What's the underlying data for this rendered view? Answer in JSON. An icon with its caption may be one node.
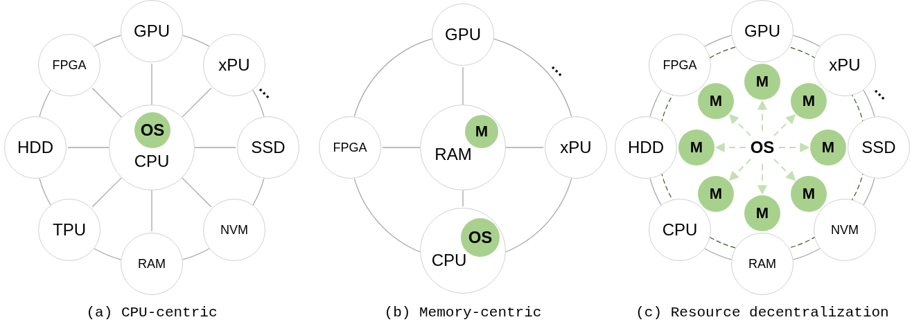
{
  "diagram": {
    "nodes": [
      {
        "text": [
          "GPU"
        ]
      },
      {
        "text": [
          "FPGA"
        ]
      },
      {
        "text": [
          "xPU"
        ]
      },
      {
        "text": [
          "OS"
        ],
        "in": 4
      },
      {
        "text": [
          "CPU"
        ]
      },
      {
        "text": [
          "HDD"
        ]
      },
      {
        "text": [
          "SSD"
        ]
      },
      {
        "text": [
          "TPU"
        ]
      },
      {
        "text": [
          "RAM"
        ]
      },
      {
        "text": [
          "NVM"
        ]
      },
      {
        "text": [
          "GPU"
        ]
      },
      {
        "text": [
          "M"
        ],
        "in": 13
      },
      {
        "text": [
          "FPGA"
        ]
      },
      {
        "text": [
          "RAM"
        ]
      },
      {
        "text": [
          "xPU"
        ]
      },
      {
        "text": [
          "OS"
        ],
        "in": 16
      },
      {
        "text": [
          "CPU"
        ]
      },
      {
        "text": [
          "GPU"
        ]
      },
      {
        "text": [
          "FPGA"
        ]
      },
      {
        "text": [
          "xPU"
        ]
      },
      {
        "text": [
          "M"
        ]
      },
      {
        "text": [
          "M"
        ]
      },
      {
        "text": [
          "M"
        ]
      },
      {
        "text": [
          "HDD"
        ]
      },
      {
        "text": [
          "M"
        ]
      },
      {
        "text": [
          "OS"
        ]
      },
      {
        "text": [
          "M"
        ]
      },
      {
        "text": [
          "SSD"
        ]
      },
      {
        "text": [
          "M"
        ]
      },
      {
        "text": [
          "M"
        ]
      },
      {
        "text": [
          "CPU"
        ]
      },
      {
        "text": [
          "M"
        ]
      },
      {
        "text": [
          "NVM"
        ]
      },
      {
        "text": [
          "RAM"
        ]
      }
    ],
    "edges": [
      {
        "from": 4,
        "to": 0,
        "arrow": "none"
      },
      {
        "from": 4,
        "to": 1,
        "arrow": "none"
      },
      {
        "from": 4,
        "to": 2,
        "arrow": "none"
      },
      {
        "from": 4,
        "to": 5,
        "arrow": "none"
      },
      {
        "from": 4,
        "to": 6,
        "arrow": "none"
      },
      {
        "from": 4,
        "to": 7,
        "arrow": "none"
      },
      {
        "from": 4,
        "to": 8,
        "arrow": "none"
      },
      {
        "from": 4,
        "to": 9,
        "arrow": "none"
      },
      {
        "from": 0,
        "to": 2,
        "arrow": "none"
      },
      {
        "from": 2,
        "to": 6,
        "arrow": "none"
      },
      {
        "from": 6,
        "to": 9,
        "arrow": "none"
      },
      {
        "from": 9,
        "to": 8,
        "arrow": "none"
      },
      {
        "from": 8,
        "to": 7,
        "arrow": "none"
      },
      {
        "from": 7,
        "to": 5,
        "arrow": "none"
      },
      {
        "from": 5,
        "to": 1,
        "arrow": "none"
      },
      {
        "from": 1,
        "to": 0,
        "arrow": "none"
      },
      {
        "from": 13,
        "to": 10,
        "arrow": "none"
      },
      {
        "from": 13,
        "to": 12,
        "arrow": "none"
      },
      {
        "from": 13,
        "to": 14,
        "arrow": "none"
      },
      {
        "from": 13,
        "to": 16,
        "arrow": "none"
      },
      {
        "from": 10,
        "to": 14,
        "arrow": "none"
      },
      {
        "from": 14,
        "to": 16,
        "arrow": "none"
      },
      {
        "from": 16,
        "to": 12,
        "arrow": "none"
      },
      {
        "from": 12,
        "to": 10,
        "arrow": "none"
      },
      {
        "from": 17,
        "to": 19,
        "arrow": "none"
      },
      {
        "from": 19,
        "to": 27,
        "arrow": "none"
      },
      {
        "from": 27,
        "to": 32,
        "arrow": "none"
      },
      {
        "from": 32,
        "to": 33,
        "arrow": "none"
      },
      {
        "from": 33,
        "to": 30,
        "arrow": "none"
      },
      {
        "from": 30,
        "to": 23,
        "arrow": "none"
      },
      {
        "from": 23,
        "to": 18,
        "arrow": "none"
      },
      {
        "from": 18,
        "to": 17,
        "arrow": "none"
      },
      {
        "from": 25,
        "to": 20,
        "arrow": "to",
        "style": "dashed",
        "color": "#c5e0b4"
      },
      {
        "from": 25,
        "to": 21,
        "arrow": "to",
        "style": "dashed",
        "color": "#c5e0b4"
      },
      {
        "from": 25,
        "to": 22,
        "arrow": "to",
        "style": "dashed",
        "color": "#c5e0b4"
      },
      {
        "from": 25,
        "to": 24,
        "arrow": "to",
        "style": "dashed",
        "color": "#c5e0b4"
      },
      {
        "from": 25,
        "to": 26,
        "arrow": "to",
        "style": "dashed",
        "color": "#c5e0b4"
      },
      {
        "from": 25,
        "to": 28,
        "arrow": "to",
        "style": "dashed",
        "color": "#c5e0b4"
      },
      {
        "from": 25,
        "to": 29,
        "arrow": "to",
        "style": "dashed",
        "color": "#c5e0b4"
      },
      {
        "from": 25,
        "to": 31,
        "arrow": "to",
        "style": "dashed",
        "color": "#c5e0b4"
      }
    ],
    "labels": [
      "…",
      "…",
      "…",
      "(a) CPU-centric",
      "(b) Memory-centric",
      "(c) Resource decentralization"
    ]
  }
}
